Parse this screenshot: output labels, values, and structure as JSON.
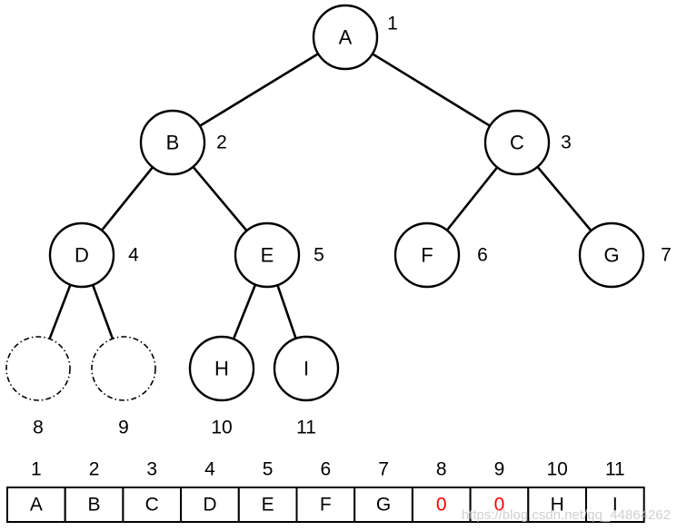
{
  "tree": {
    "nodes": [
      {
        "id": "A",
        "label": "A",
        "index": "1",
        "virtual": false
      },
      {
        "id": "B",
        "label": "B",
        "index": "2",
        "virtual": false
      },
      {
        "id": "C",
        "label": "C",
        "index": "3",
        "virtual": false
      },
      {
        "id": "D",
        "label": "D",
        "index": "4",
        "virtual": false
      },
      {
        "id": "E",
        "label": "E",
        "index": "5",
        "virtual": false
      },
      {
        "id": "F",
        "label": "F",
        "index": "6",
        "virtual": false
      },
      {
        "id": "G",
        "label": "G",
        "index": "7",
        "virtual": false
      },
      {
        "id": "n8",
        "label": "",
        "index": "8",
        "virtual": true
      },
      {
        "id": "n9",
        "label": "",
        "index": "9",
        "virtual": true
      },
      {
        "id": "H",
        "label": "H",
        "index": "10",
        "virtual": false
      },
      {
        "id": "I",
        "label": "I",
        "index": "11",
        "virtual": false
      }
    ],
    "edges": [
      [
        "A",
        "B"
      ],
      [
        "A",
        "C"
      ],
      [
        "B",
        "D"
      ],
      [
        "B",
        "E"
      ],
      [
        "C",
        "F"
      ],
      [
        "C",
        "G"
      ],
      [
        "D",
        "n8"
      ],
      [
        "D",
        "n9"
      ],
      [
        "E",
        "H"
      ],
      [
        "E",
        "I"
      ]
    ]
  },
  "array": {
    "indices": [
      "1",
      "2",
      "3",
      "4",
      "5",
      "6",
      "7",
      "8",
      "9",
      "10",
      "11"
    ],
    "values": [
      "A",
      "B",
      "C",
      "D",
      "E",
      "F",
      "G",
      "0",
      "0",
      "H",
      "I"
    ],
    "highlight": [
      false,
      false,
      false,
      false,
      false,
      false,
      false,
      true,
      true,
      false,
      false
    ]
  },
  "colors": {
    "stroke": "#000000",
    "text": "#000000",
    "highlight": "#ff0000"
  },
  "watermark": "https://blog.csdn.net/qq_44864262"
}
